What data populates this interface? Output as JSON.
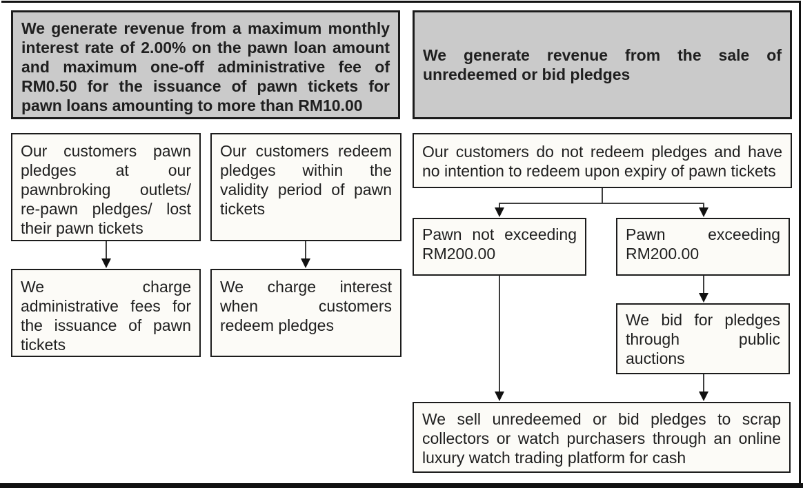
{
  "colors": {
    "page_bg": "#ffffff",
    "frame": "#111111",
    "header_fill": "#cacaca",
    "box_fill": "#fcfbf7",
    "box_border": "#1c1c1c",
    "text": "#1f1f1f",
    "arrow_line": "#3d3d3d",
    "arrow_head": "#111111"
  },
  "interest_flow": {
    "header": {
      "lines": [
        "We generate revenue from a maximum monthly",
        "interest rate of 2.00% on the pawn loan amount",
        "and maximum one-off administrative fee of",
        "RM0.50 for the issuance of pawn tickets for",
        "pawn loans amounting to more than RM10.00"
      ]
    },
    "pawn_pledges_box": {
      "lines": [
        "Our customers pawn",
        "pledges at our",
        "pawnbroking outlets/",
        "re-pawn pledges/ lost",
        "their pawn tickets"
      ]
    },
    "redeem_pledges_box": {
      "lines": [
        "Our customers redeem",
        "pledges within the",
        "validity period of pawn",
        "tickets"
      ]
    },
    "admin_fees_box": {
      "lines": [
        "We charge",
        "administrative fees for",
        "the issuance of pawn",
        "tickets"
      ]
    },
    "charge_interest_box": {
      "lines": [
        "We charge interest",
        "when customers",
        "redeem pledges"
      ]
    }
  },
  "sale_flow": {
    "header": {
      "lines": [
        "We generate revenue from the sale of",
        "unredeemed or bid pledges"
      ]
    },
    "no_redeem_box": {
      "lines": [
        "Our customers do not redeem pledges and have",
        "no intention to redeem upon expiry of pawn tickets"
      ]
    },
    "pawn_not_exceeding_box": {
      "lines": [
        "Pawn not exceeding",
        "RM200.00"
      ]
    },
    "pawn_exceeding_box": {
      "lines": [
        "Pawn exceeding",
        "RM200.00"
      ]
    },
    "bid_auctions_box": {
      "lines": [
        "We bid for pledges",
        "through public",
        "auctions"
      ]
    },
    "sell_pledges_box": {
      "lines": [
        "We sell unredeemed or bid pledges to scrap",
        "collectors or watch purchasers through an online",
        "luxury watch trading platform for cash"
      ]
    }
  }
}
